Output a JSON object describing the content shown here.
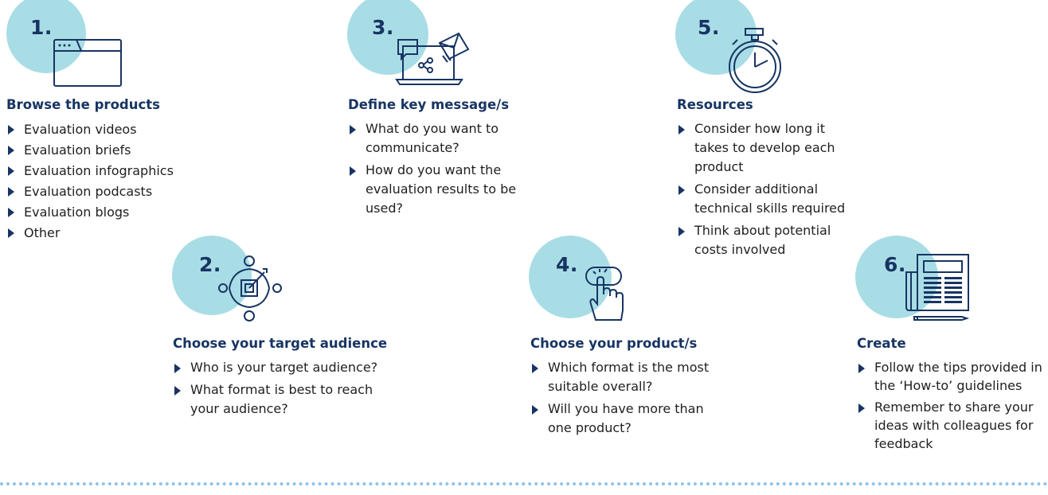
{
  "colors": {
    "circle": "#a9dde6",
    "navy": "#173463",
    "text": "#1f1f1f",
    "divider": "#8fc3ea"
  },
  "steps": [
    {
      "number": "1.",
      "icon": "browser-window-icon",
      "title": "Browse the products",
      "items": [
        "Evaluation videos",
        "Evaluation briefs",
        "Evaluation infographics",
        "Evaluation podcasts",
        "Evaluation blogs",
        "Other"
      ]
    },
    {
      "number": "2.",
      "icon": "target-audience-icon",
      "title": "Choose your target audience",
      "items": [
        "Who is your target audience?",
        "What format is best to reach your audience?"
      ]
    },
    {
      "number": "3.",
      "icon": "laptop-message-icon",
      "title": "Define key message/s",
      "items": [
        "What do you want to communicate?",
        "How do you want the evaluation results to be used?"
      ]
    },
    {
      "number": "4.",
      "icon": "touch-click-icon",
      "title": "Choose your product/s",
      "items": [
        "Which format is the most suitable overall?",
        "Will you have more than one product?"
      ]
    },
    {
      "number": "5.",
      "icon": "stopwatch-icon",
      "title": "Resources",
      "items": [
        "Consider how long it takes to develop each product",
        "Consider additional technical skills required",
        "Think about potential costs involved"
      ]
    },
    {
      "number": "6.",
      "icon": "newspaper-pencil-icon",
      "title": "Create",
      "items": [
        "Follow the tips provided in the ‘How-to’ guidelines",
        "Remember to share your ideas with colleagues for feedback"
      ]
    }
  ]
}
